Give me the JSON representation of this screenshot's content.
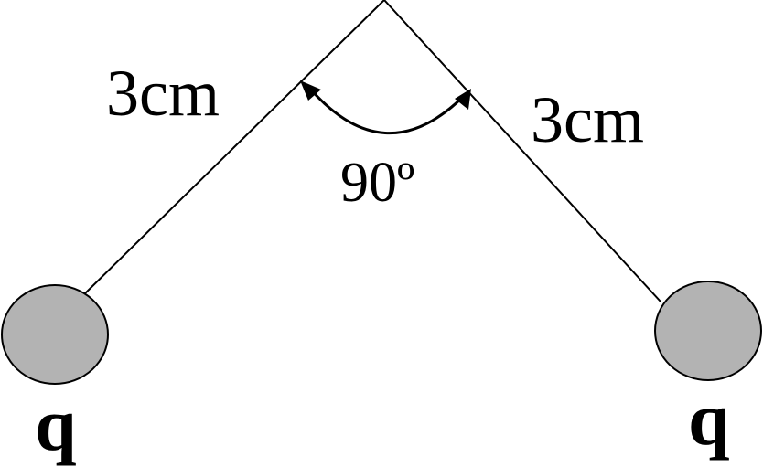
{
  "diagram": {
    "left_string_label": "3cm",
    "right_string_label": "3cm",
    "angle_label": "90º",
    "left_charge_label": "q",
    "right_charge_label": "q",
    "colors": {
      "line": "#000000",
      "sphere_fill": "#b3b3b3",
      "sphere_stroke": "#000000",
      "background": "#ffffff"
    }
  }
}
